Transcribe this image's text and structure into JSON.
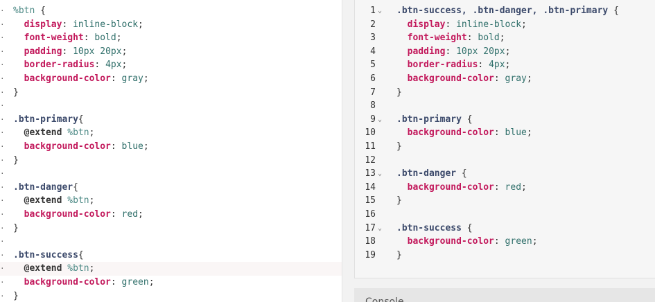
{
  "editor": {
    "lines": [
      [
        {
          "t": "%btn",
          "c": "ph"
        },
        {
          "t": " {",
          "c": "punc"
        }
      ],
      [
        {
          "t": "  display",
          "c": "prop"
        },
        {
          "t": ": ",
          "c": "punc"
        },
        {
          "t": "inline-block",
          "c": "val"
        },
        {
          "t": ";",
          "c": "punc"
        }
      ],
      [
        {
          "t": "  font-weight",
          "c": "prop"
        },
        {
          "t": ": ",
          "c": "punc"
        },
        {
          "t": "bold",
          "c": "val"
        },
        {
          "t": ";",
          "c": "punc"
        }
      ],
      [
        {
          "t": "  padding",
          "c": "prop"
        },
        {
          "t": ": ",
          "c": "punc"
        },
        {
          "t": "10px 20px",
          "c": "val"
        },
        {
          "t": ";",
          "c": "punc"
        }
      ],
      [
        {
          "t": "  border-radius",
          "c": "prop"
        },
        {
          "t": ": ",
          "c": "punc"
        },
        {
          "t": "4px",
          "c": "val"
        },
        {
          "t": ";",
          "c": "punc"
        }
      ],
      [
        {
          "t": "  background-color",
          "c": "prop"
        },
        {
          "t": ": ",
          "c": "punc"
        },
        {
          "t": "gray",
          "c": "val"
        },
        {
          "t": ";",
          "c": "punc"
        }
      ],
      [
        {
          "t": "}",
          "c": "punc"
        }
      ],
      [],
      [
        {
          "t": ".btn-primary",
          "c": "sel"
        },
        {
          "t": "{",
          "c": "punc"
        }
      ],
      [
        {
          "t": "  @extend",
          "c": "at"
        },
        {
          "t": " ",
          "c": "punc"
        },
        {
          "t": "%btn",
          "c": "ph"
        },
        {
          "t": ";",
          "c": "punc"
        }
      ],
      [
        {
          "t": "  background-color",
          "c": "prop"
        },
        {
          "t": ": ",
          "c": "punc"
        },
        {
          "t": "blue",
          "c": "val"
        },
        {
          "t": ";",
          "c": "punc"
        }
      ],
      [
        {
          "t": "}",
          "c": "punc"
        }
      ],
      [],
      [
        {
          "t": ".btn-danger",
          "c": "sel"
        },
        {
          "t": "{",
          "c": "punc"
        }
      ],
      [
        {
          "t": "  @extend",
          "c": "at"
        },
        {
          "t": " ",
          "c": "punc"
        },
        {
          "t": "%btn",
          "c": "ph"
        },
        {
          "t": ";",
          "c": "punc"
        }
      ],
      [
        {
          "t": "  background-color",
          "c": "prop"
        },
        {
          "t": ": ",
          "c": "punc"
        },
        {
          "t": "red",
          "c": "val"
        },
        {
          "t": ";",
          "c": "punc"
        }
      ],
      [
        {
          "t": "}",
          "c": "punc"
        }
      ],
      [],
      [
        {
          "t": ".btn-success",
          "c": "sel"
        },
        {
          "t": "{",
          "c": "punc"
        }
      ],
      [
        {
          "t": "  @extend",
          "c": "at"
        },
        {
          "t": " ",
          "c": "punc"
        },
        {
          "t": "%btn",
          "c": "ph"
        },
        {
          "t": ";",
          "c": "punc"
        }
      ],
      [
        {
          "t": "  background-color",
          "c": "prop"
        },
        {
          "t": ": ",
          "c": "punc"
        },
        {
          "t": "green",
          "c": "val"
        },
        {
          "t": ";",
          "c": "punc"
        }
      ],
      [
        {
          "t": "}",
          "c": "punc"
        }
      ]
    ],
    "highlighted_line": 19
  },
  "output": {
    "lines": [
      {
        "n": "1",
        "fold": true,
        "tokens": [
          {
            "t": ".btn-success, .btn-danger, .btn-primary",
            "c": "sel"
          },
          {
            "t": " {",
            "c": "punc"
          }
        ]
      },
      {
        "n": "2",
        "tokens": [
          {
            "t": "  display",
            "c": "prop"
          },
          {
            "t": ": ",
            "c": "punc"
          },
          {
            "t": "inline-block",
            "c": "val"
          },
          {
            "t": ";",
            "c": "punc"
          }
        ]
      },
      {
        "n": "3",
        "tokens": [
          {
            "t": "  font-weight",
            "c": "prop"
          },
          {
            "t": ": ",
            "c": "punc"
          },
          {
            "t": "bold",
            "c": "val"
          },
          {
            "t": ";",
            "c": "punc"
          }
        ]
      },
      {
        "n": "4",
        "tokens": [
          {
            "t": "  padding",
            "c": "prop"
          },
          {
            "t": ": ",
            "c": "punc"
          },
          {
            "t": "10px 20px",
            "c": "val"
          },
          {
            "t": ";",
            "c": "punc"
          }
        ]
      },
      {
        "n": "5",
        "tokens": [
          {
            "t": "  border-radius",
            "c": "prop"
          },
          {
            "t": ": ",
            "c": "punc"
          },
          {
            "t": "4px",
            "c": "val"
          },
          {
            "t": ";",
            "c": "punc"
          }
        ]
      },
      {
        "n": "6",
        "tokens": [
          {
            "t": "  background-color",
            "c": "prop"
          },
          {
            "t": ": ",
            "c": "punc"
          },
          {
            "t": "gray",
            "c": "val"
          },
          {
            "t": ";",
            "c": "punc"
          }
        ]
      },
      {
        "n": "7",
        "tokens": [
          {
            "t": "}",
            "c": "punc"
          }
        ]
      },
      {
        "n": "8",
        "tokens": []
      },
      {
        "n": "9",
        "fold": true,
        "tokens": [
          {
            "t": ".btn-primary",
            "c": "sel"
          },
          {
            "t": " {",
            "c": "punc"
          }
        ]
      },
      {
        "n": "10",
        "tokens": [
          {
            "t": "  background-color",
            "c": "prop"
          },
          {
            "t": ": ",
            "c": "punc"
          },
          {
            "t": "blue",
            "c": "val"
          },
          {
            "t": ";",
            "c": "punc"
          }
        ]
      },
      {
        "n": "11",
        "tokens": [
          {
            "t": "}",
            "c": "punc"
          }
        ]
      },
      {
        "n": "12",
        "tokens": []
      },
      {
        "n": "13",
        "fold": true,
        "tokens": [
          {
            "t": ".btn-danger",
            "c": "sel"
          },
          {
            "t": " {",
            "c": "punc"
          }
        ]
      },
      {
        "n": "14",
        "tokens": [
          {
            "t": "  background-color",
            "c": "prop"
          },
          {
            "t": ": ",
            "c": "punc"
          },
          {
            "t": "red",
            "c": "val"
          },
          {
            "t": ";",
            "c": "punc"
          }
        ]
      },
      {
        "n": "15",
        "tokens": [
          {
            "t": "}",
            "c": "punc"
          }
        ]
      },
      {
        "n": "16",
        "tokens": []
      },
      {
        "n": "17",
        "fold": true,
        "tokens": [
          {
            "t": ".btn-success",
            "c": "sel"
          },
          {
            "t": " {",
            "c": "punc"
          }
        ]
      },
      {
        "n": "18",
        "tokens": [
          {
            "t": "  background-color",
            "c": "prop"
          },
          {
            "t": ": ",
            "c": "punc"
          },
          {
            "t": "green",
            "c": "val"
          },
          {
            "t": ";",
            "c": "punc"
          }
        ]
      },
      {
        "n": "19",
        "tokens": [
          {
            "t": "}",
            "c": "punc"
          }
        ]
      }
    ],
    "fold_icon": "chevron-down-icon",
    "fold_glyph": "⌄"
  },
  "console": {
    "title": "Console"
  },
  "colors": {
    "selector": "#3c4a6b",
    "property": "#c2185b",
    "value": "#2f6f6a",
    "placeholder": "#4d8a86"
  }
}
